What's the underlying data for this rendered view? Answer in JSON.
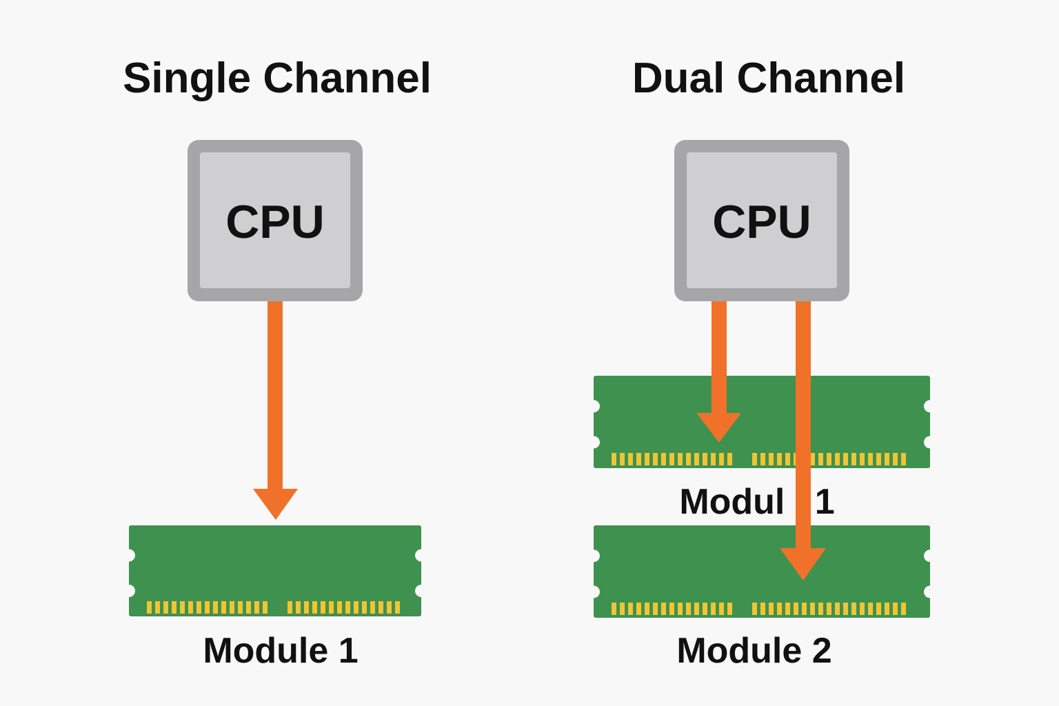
{
  "colors": {
    "background": "#f8f8f8",
    "cpu_outer": "#a6a6a8",
    "cpu_inner": "#cfcfd1",
    "pcb_green": "#3f914f",
    "gold_pins": "#f2c433",
    "arrow_orange": "#f0712a",
    "text": "#111111"
  },
  "single_channel": {
    "title": "Single Channel",
    "cpu_label": "CPU",
    "module_label": "Module 1"
  },
  "dual_channel": {
    "title": "Dual Channel",
    "cpu_label": "CPU",
    "module1_label": "Modul   1",
    "module2_label": "Module 2"
  },
  "icons": [
    "cpu-chip-icon",
    "ram-module-icon",
    "arrow-down-icon"
  ]
}
